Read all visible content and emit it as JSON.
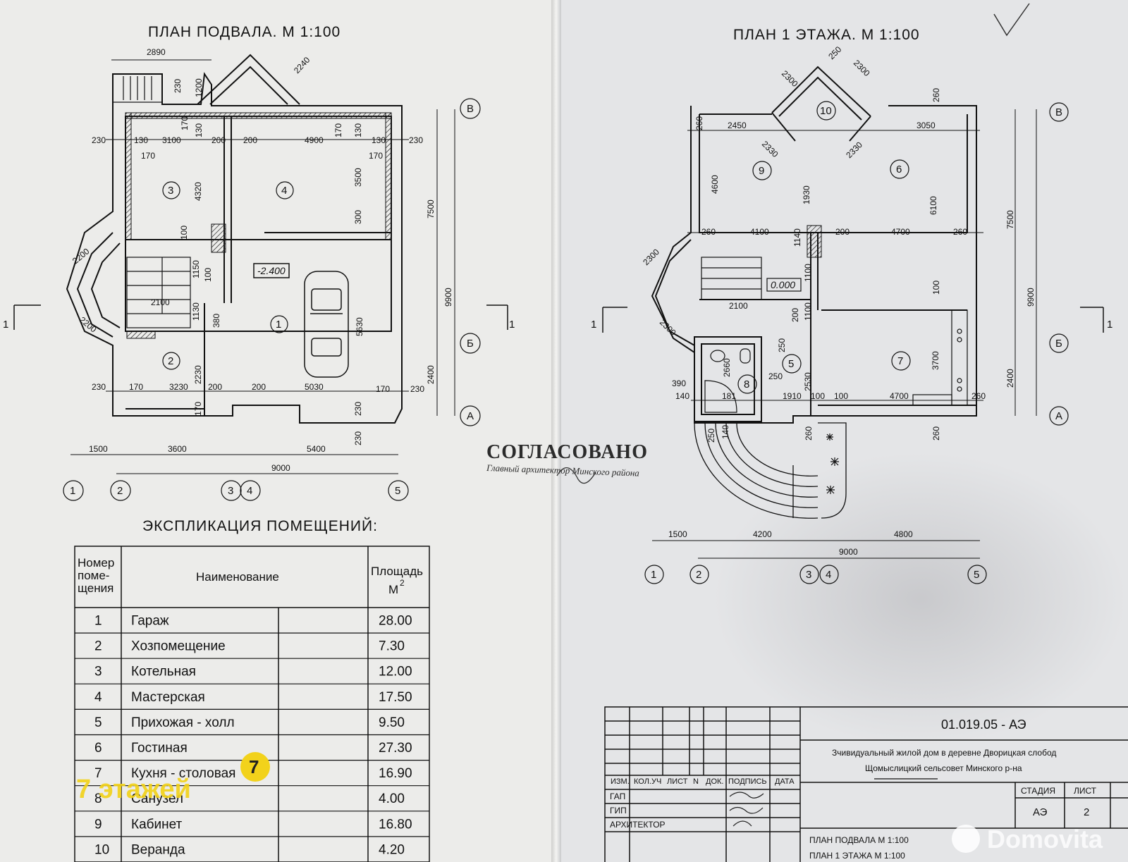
{
  "left_plan": {
    "title": "ПЛАН ПОДВАЛА. М 1:100",
    "level": "-2.400",
    "rooms": [
      "1",
      "2",
      "3",
      "4"
    ],
    "dims": [
      "2890",
      "2240",
      "230",
      "1200",
      "170",
      "130",
      "230",
      "130",
      "3100",
      "200",
      "200",
      "4900",
      "170",
      "130",
      "130",
      "230",
      "170",
      "4320",
      "3500",
      "170",
      "300",
      "100",
      "100",
      "1150",
      "2100",
      "1130",
      "380",
      "2200",
      "2200",
      "5630",
      "2230",
      "230",
      "170",
      "3230",
      "200",
      "200",
      "5030",
      "170",
      "230",
      "170",
      "230",
      "1500",
      "3600",
      "5400",
      "9000",
      "7500",
      "9900",
      "2400",
      "230"
    ],
    "axes_bottom": [
      "1",
      "2",
      "3",
      "4",
      "5"
    ],
    "axes_right": [
      "В",
      "Б",
      "А"
    ],
    "section_mark": "1"
  },
  "right_plan": {
    "title": "ПЛАН 1 ЭТАЖА. М 1:100",
    "level": "0.000",
    "rooms": [
      "10",
      "9",
      "6",
      "5",
      "7",
      "8"
    ],
    "dims": [
      "2300",
      "250",
      "2300",
      "260",
      "2450",
      "3050",
      "260",
      "2330",
      "2330",
      "4600",
      "1930",
      "6100",
      "260",
      "4100",
      "1140",
      "200",
      "4700",
      "260",
      "2300",
      "1100",
      "100",
      "2100",
      "200",
      "1100",
      "2300",
      "250",
      "2660",
      "250",
      "2530",
      "3700",
      "390",
      "140",
      "181",
      "1910",
      "100",
      "100",
      "4700",
      "260",
      "250",
      "140",
      "260",
      "260",
      "1500",
      "4200",
      "4800",
      "9000",
      "7500",
      "9900",
      "2400"
    ],
    "axes_bottom": [
      "1",
      "2",
      "3",
      "4",
      "5"
    ],
    "axes_right": [
      "В",
      "Б",
      "А"
    ],
    "section_mark": "1"
  },
  "explication": {
    "title": "ЭКСПЛИКАЦИЯ  ПОМЕЩЕНИЙ:",
    "header_num": [
      "Номер",
      "поме-",
      "щения"
    ],
    "header_name": "Наименование",
    "header_area": "Площадь",
    "header_area_unit": "М",
    "header_area_sup": "2",
    "rows": [
      {
        "num": "1",
        "name": "Гараж",
        "area": "28.00"
      },
      {
        "num": "2",
        "name": "Хозпомещение",
        "area": "7.30"
      },
      {
        "num": "3",
        "name": "Котельная",
        "area": "12.00"
      },
      {
        "num": "4",
        "name": "Мастерская",
        "area": "17.50"
      },
      {
        "num": "5",
        "name": "Прихожая - холл",
        "area": "9.50"
      },
      {
        "num": "6",
        "name": "Гостиная",
        "area": "27.30"
      },
      {
        "num": "7",
        "name": "Кухня - столовая",
        "area": "16.90"
      },
      {
        "num": "8",
        "name": "Санузел",
        "area": "4.00"
      },
      {
        "num": "9",
        "name": "Кабинет",
        "area": "16.80"
      },
      {
        "num": "10",
        "name": "Веранда",
        "area": "4.20"
      }
    ]
  },
  "stamp": {
    "line1": "СОГЛАСОВАНО",
    "line2": "Главный архитектор Минского района"
  },
  "title_block": {
    "code": "01.019.05 - АЭ",
    "project_line1": "Зчивидуальный жилой дом в деревне Дворицкая слобод",
    "project_line2": "Щомыслицкий сельсовет Минского р-на",
    "columns": [
      "ИЗМ.",
      "КОЛ.УЧ",
      "ЛИСТ",
      "N",
      "ДОК.",
      "ПОДПИСЬ",
      "ДАТА"
    ],
    "roles": [
      "ГАП",
      "ГИП",
      "АРХИТЕКТОР"
    ],
    "stage_label": "СТАДИЯ",
    "sheet_label": "ЛИСТ",
    "stage_value": "АЭ",
    "sheet_value": "2",
    "sheets_line1": "ПЛАН ПОДВАЛА М 1:100",
    "sheets_line2": "ПЛАН 1 ЭТАЖА М 1:100"
  },
  "watermarks": {
    "left_number": "7",
    "left_text": "7 этажей",
    "right_text": "Domovita"
  },
  "colors": {
    "ink": "#111111",
    "paper_left": "#ececea",
    "paper_right": "#e4e5e7",
    "watermark_yellow": "#f2d21b",
    "watermark_white": "#ffffff"
  }
}
